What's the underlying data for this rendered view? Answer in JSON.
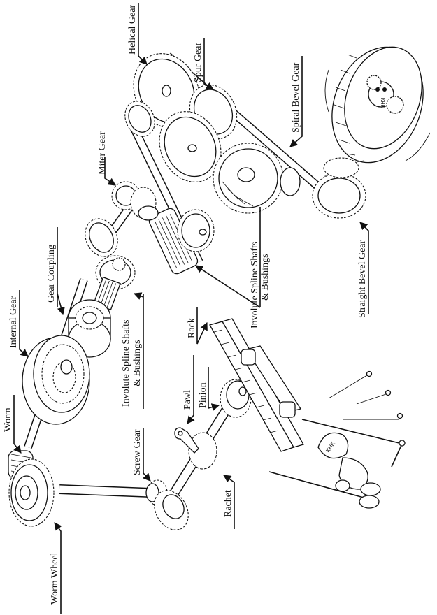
{
  "diagram": {
    "title": "Gear types mechanism illustration",
    "labels": {
      "helical_gear": "Helical Gear",
      "spur_gear": "Spur Gear",
      "spiral_bevel_gear": "Spiral Bevel Gear",
      "miter_gear": "Miter Gear",
      "involute_spline_upper_line1": "Involute Spline Shafts",
      "involute_spline_upper_line2": "& Bushings",
      "straight_bevel_gear": "Straight Bevel Gear",
      "gear_coupling": "Gear Coupling",
      "internal_gear": "Internal Gear",
      "involute_spline_lower_line1": "Involute Spline Shafts",
      "involute_spline_lower_line2": "& Bushings",
      "rack": "Rack",
      "pawl": "Pawl",
      "pinion": "Pinion",
      "worm": "Worm",
      "screw_gear": "Screw Gear",
      "rachet": "Rachet",
      "worm_wheel": "Worm Wheel"
    },
    "character_badges": {
      "hamster_shirt": "KHK",
      "boy_cap": "KHK"
    },
    "colors": {
      "ink": "#111111",
      "paper": "#ffffff"
    }
  }
}
